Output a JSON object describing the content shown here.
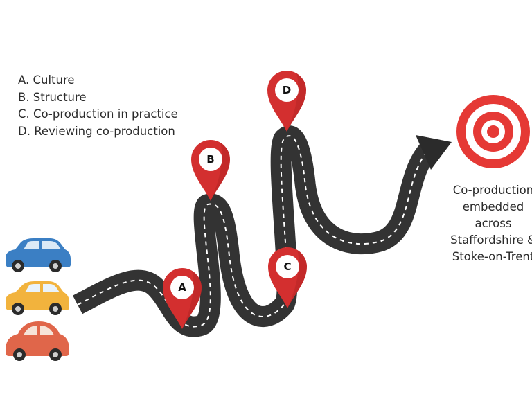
{
  "legend": {
    "items": [
      {
        "id": "A",
        "label": "A. Culture"
      },
      {
        "id": "B",
        "label": "B. Structure"
      },
      {
        "id": "C",
        "label": "C. Co-production in practice"
      },
      {
        "id": "D",
        "label": "D. Reviewing co-production"
      }
    ]
  },
  "markers": {
    "a": "A",
    "b": "B",
    "c": "C",
    "d": "D"
  },
  "goal": {
    "lines": [
      "Co-production",
      "embedded",
      "across",
      "Staffordshire &",
      "Stoke-on-Trent"
    ]
  },
  "colors": {
    "road": "#333333",
    "road_line": "#ffffff",
    "pin": "#d32f2f",
    "pin_shadow": "#a51f1f",
    "target": "#e53935",
    "arrow": "#2b2b2b",
    "car_blue": "#3b7fc4",
    "car_yellow": "#f2b33d",
    "car_red": "#e0664a"
  }
}
